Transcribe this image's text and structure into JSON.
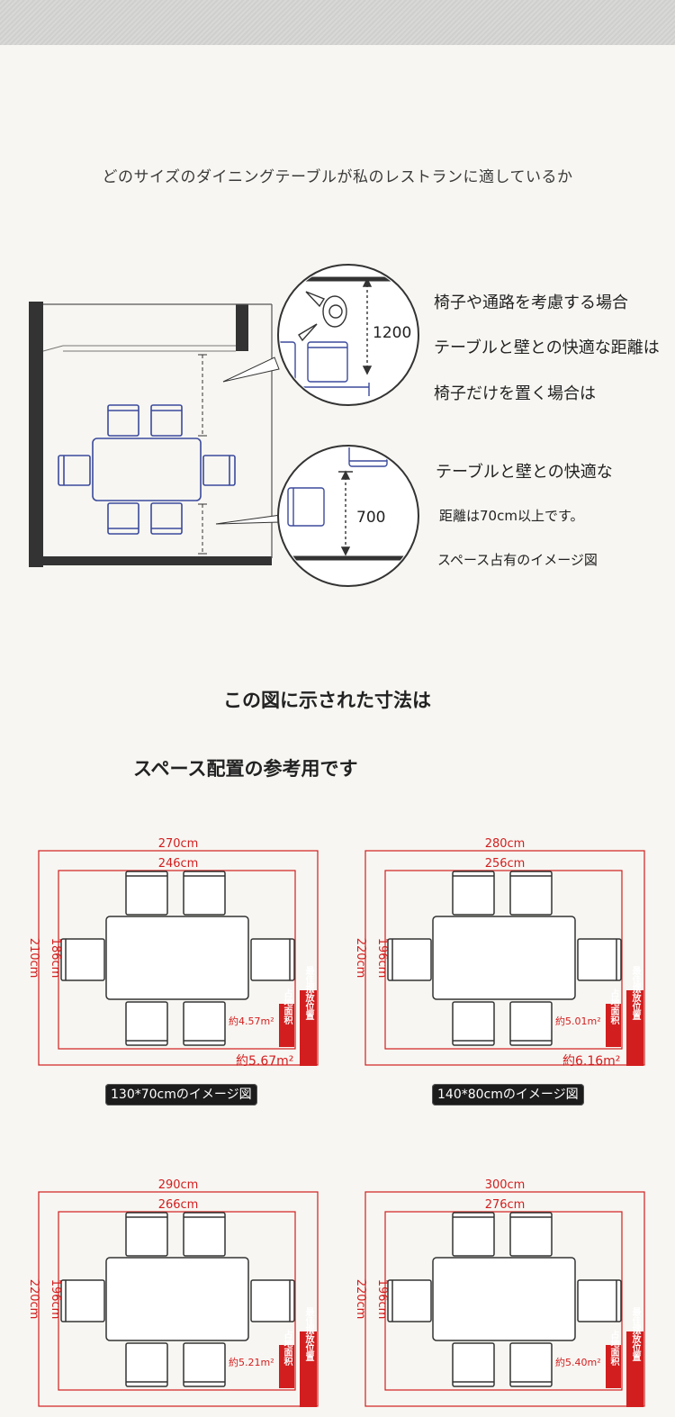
{
  "headline": "どのサイズのダイニングテーブルが私のレストランに適しているか",
  "floorplan": {
    "dim_top": "1200",
    "dim_bottom": "700",
    "notes": [
      "椅子や通路を考慮する場合",
      "テーブルと壁との快適な距離は",
      "椅子だけを置く場合は",
      "テーブルと壁との快適な",
      "距離は70cm以上です。",
      "スペース占有のイメージ図"
    ]
  },
  "section": {
    "line1": "この図に示された寸法は",
    "line2": "スペース配置の参考用です"
  },
  "layouts": [
    {
      "outer_w": "270cm",
      "inner_w": "246cm",
      "outer_h": "210cm",
      "inner_h": "186cm",
      "table_area": "約4.57m²",
      "total_area": "約5.67m²",
      "tag1": "占地面积",
      "tag2": "最佳摆放位置",
      "caption": "130*70cmのイメージ図"
    },
    {
      "outer_w": "280cm",
      "inner_w": "256cm",
      "outer_h": "220cm",
      "inner_h": "196cm",
      "table_area": "約5.01m²",
      "total_area": "約6.16m²",
      "tag1": "占地面积",
      "tag2": "最佳摆放位置",
      "caption": "140*80cmのイメージ図"
    },
    {
      "outer_w": "290cm",
      "inner_w": "266cm",
      "outer_h": "220cm",
      "inner_h": "196cm",
      "table_area": "約5.21m²",
      "total_area": "",
      "tag1": "占地面积",
      "tag2": "最佳摆放位置",
      "caption": ""
    },
    {
      "outer_w": "300cm",
      "inner_w": "276cm",
      "outer_h": "220cm",
      "inner_h": "196cm",
      "table_area": "約5.40m²",
      "total_area": "",
      "tag1": "占地面积",
      "tag2": "最佳摆放位置",
      "caption": ""
    }
  ],
  "colors": {
    "red": "#d21e1e",
    "chair": "#3b4a9c",
    "wall": "#333333"
  }
}
